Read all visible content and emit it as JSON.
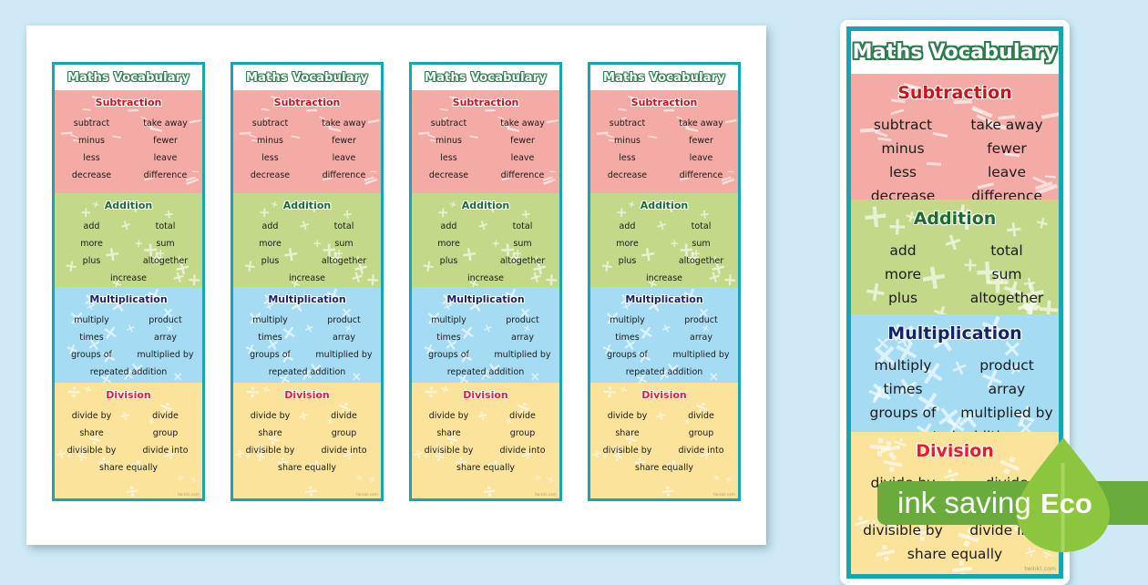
{
  "background_color": "#cfeaf6",
  "sheet": {
    "background_color": "#ffffff",
    "bookmark_count": 4
  },
  "bookmark": {
    "title": "Maths Vocabulary",
    "border_color": "#14a7b2",
    "title_color": "#ffffff",
    "title_outline_color": "#2e7d4f",
    "watermark": "twinkl.com",
    "sections": [
      {
        "key": "subtraction",
        "heading": "Subtraction",
        "background_color": "#f4aaa5",
        "heading_color": "#c4161c",
        "symbol": "−",
        "words": [
          "subtract",
          "take away",
          "minus",
          "fewer",
          "less",
          "leave",
          "decrease",
          "difference"
        ],
        "full_width_words": []
      },
      {
        "key": "addition",
        "heading": "Addition",
        "background_color": "#c3d98a",
        "heading_color": "#1d6b2d",
        "symbol": "+",
        "words": [
          "add",
          "total",
          "more",
          "sum",
          "plus",
          "altogether"
        ],
        "full_width_words": [
          "increase"
        ]
      },
      {
        "key": "multiplication",
        "heading": "Multiplication",
        "background_color": "#a5dcf4",
        "heading_color": "#16256b",
        "symbol": "×",
        "words": [
          "multiply",
          "product",
          "times",
          "array",
          "groups of",
          "multiplied by"
        ],
        "full_width_words": [
          "repeated addition"
        ]
      },
      {
        "key": "division",
        "heading": "Division",
        "background_color": "#fbe39b",
        "heading_color": "#ed1c24",
        "symbol": "÷",
        "words": [
          "divide by",
          "divide",
          "share",
          "group",
          "divisible by",
          "divide into"
        ],
        "full_width_words": [
          "share equally"
        ]
      }
    ]
  },
  "eco_badge": {
    "text": "ink saving",
    "leaf_text": "Eco",
    "bar_color": "#6aab3e",
    "leaf_color": "#8cc63f"
  }
}
